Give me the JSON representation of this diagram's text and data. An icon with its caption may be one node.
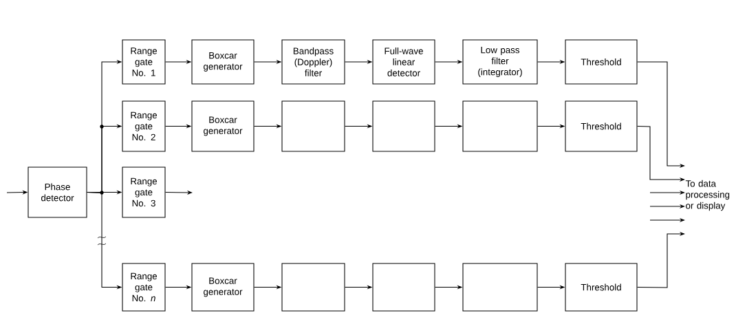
{
  "diagram": {
    "nodes": [
      {
        "text": [
          "Phase detector"
        ]
      },
      {
        "text": [
          "Range gate No. 1"
        ]
      },
      {
        "text": [
          "Boxcar generator"
        ]
      },
      {
        "text": [
          "Bandpass (Doppler) filter"
        ]
      },
      {
        "text": [
          "Full-wave linear detector"
        ]
      },
      {
        "text": [
          "Low pass filter (integrator)"
        ]
      },
      {
        "text": [
          "Threshold"
        ]
      },
      {
        "text": [
          "Range gate No. 2"
        ]
      },
      {
        "text": [
          "Boxcar generator"
        ]
      },
      {
        "text": [],
        "shape": "box"
      },
      {
        "text": [],
        "shape": "box"
      },
      {
        "text": [],
        "shape": "box"
      },
      {
        "text": [
          "Threshold"
        ]
      },
      {
        "text": [
          "Range gate No. 3"
        ]
      },
      {
        "text": [
          "Range gate No. *n*"
        ]
      },
      {
        "text": [
          "Boxcar generator"
        ]
      },
      {
        "text": [],
        "shape": "box"
      },
      {
        "text": [],
        "shape": "box"
      },
      {
        "text": [],
        "shape": "box"
      },
      {
        "text": [
          "Threshold"
        ]
      },
      {
        "text": [
          "To data processing or display"
        ]
      }
    ],
    "edges": [
      {
        "from": null,
        "to": 0,
        "arrow": "to"
      },
      {
        "from": 0,
        "to": 1,
        "arrow": "to"
      },
      {
        "from": 0,
        "to": 7,
        "arrow": "to"
      },
      {
        "from": 0,
        "to": 13,
        "arrow": "to"
      },
      {
        "from": 0,
        "to": 14,
        "arrow": "to"
      },
      {
        "from": 1,
        "to": 2,
        "arrow": "to"
      },
      {
        "from": 2,
        "to": 3,
        "arrow": "to"
      },
      {
        "from": 3,
        "to": 4,
        "arrow": "to"
      },
      {
        "from": 4,
        "to": 5,
        "arrow": "to"
      },
      {
        "from": 5,
        "to": 6,
        "arrow": "to"
      },
      {
        "from": 7,
        "to": 8,
        "arrow": "to"
      },
      {
        "from": 8,
        "to": 9,
        "arrow": "to"
      },
      {
        "from": 9,
        "to": 10,
        "arrow": "to"
      },
      {
        "from": 10,
        "to": 11,
        "arrow": "to"
      },
      {
        "from": 11,
        "to": 12,
        "arrow": "to"
      },
      {
        "from": 13,
        "to": null,
        "arrow": "to"
      },
      {
        "from": 14,
        "to": 15,
        "arrow": "to"
      },
      {
        "from": 15,
        "to": 16,
        "arrow": "to"
      },
      {
        "from": 16,
        "to": 17,
        "arrow": "to"
      },
      {
        "from": 17,
        "to": 18,
        "arrow": "to"
      },
      {
        "from": 18,
        "to": 19,
        "arrow": "to"
      },
      {
        "from": 6,
        "to": 20,
        "arrow": "to"
      },
      {
        "from": 12,
        "to": 20,
        "arrow": "to"
      },
      {
        "from": 19,
        "to": 20,
        "arrow": "to"
      },
      {
        "from": null,
        "to": 20,
        "arrow": "to"
      },
      {
        "from": null,
        "to": 20,
        "arrow": "to"
      },
      {
        "from": null,
        "to": 20,
        "arrow": "to"
      }
    ]
  }
}
